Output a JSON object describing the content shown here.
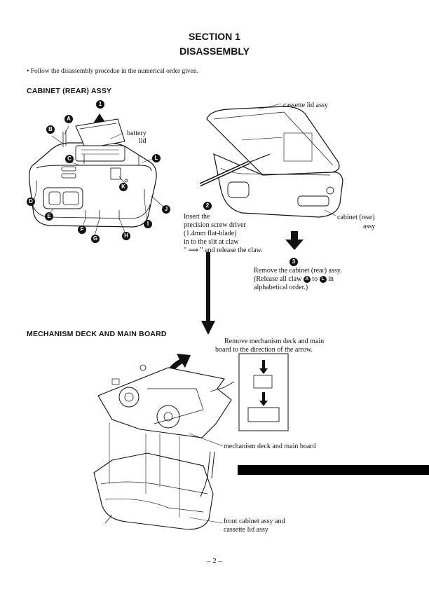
{
  "section_title": "SECTION 1",
  "section_subtitle": "DISASSEMBLY",
  "intro": "• Follow the disassembly procedue in the numerical order given.",
  "heading_cabinet": "CABINET (REAR) ASSY",
  "heading_mechanism": "MECHANISM DECK AND MAIN BOARD",
  "labels": {
    "battery_lid_1": "battery",
    "battery_lid_2": "lid",
    "cassette_lid_assy": "cassette lid assy",
    "cabinet_rear_1": "cabinet (rear)",
    "cabinet_rear_2": "assy",
    "mech_deck_main_board": "mechanism deck and main board",
    "front_cabinet_1": "front cabinet assy and",
    "front_cabinet_2": "cassette lid assy"
  },
  "step2": {
    "line1": "Insert the",
    "line2": "precision screw driver",
    "line3": "(1.4mm flat-blade)",
    "line4": "in to the slit at claw",
    "line5": "\" ⟹ \" and release the claw."
  },
  "step3": {
    "line1": "Remove the cabinet (rear) assy.",
    "line2a": "(Release all claw",
    "line2b": "to",
    "line2c": "in",
    "line3": "alphabetical order.)"
  },
  "mech_instruction": {
    "line1": "Remove mechanism deck and main",
    "line2": "board to the direction of the arrow."
  },
  "steps": {
    "one": "1",
    "two": "2",
    "three": "3"
  },
  "claws": [
    "A",
    "B",
    "C",
    "D",
    "E",
    "F",
    "G",
    "H",
    "I",
    "J",
    "K",
    "L"
  ],
  "page_number": "– 2 –"
}
